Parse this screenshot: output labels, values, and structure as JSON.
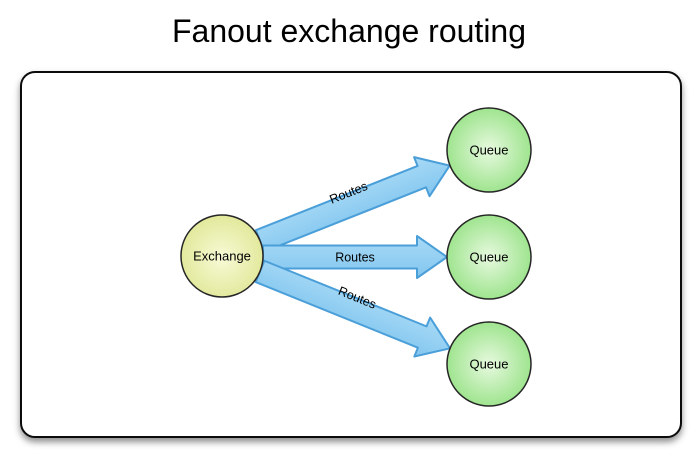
{
  "title": "Fanout exchange routing",
  "diagram": {
    "exchange": {
      "label": "Exchange"
    },
    "queues": [
      {
        "label": "Queue"
      },
      {
        "label": "Queue"
      },
      {
        "label": "Queue"
      }
    ],
    "arrows": [
      {
        "label": "Routes"
      },
      {
        "label": "Routes"
      },
      {
        "label": "Routes"
      }
    ]
  },
  "colors": {
    "exchange_center": "#f7fad6",
    "exchange_edge": "#dbe388",
    "queue_center": "#e7f9df",
    "queue_edge": "#85dd72",
    "arrow_light": "#a8daf6",
    "arrow_dark": "#83c6ef",
    "arrow_stroke": "#4b9fd9",
    "node_stroke": "#262626"
  }
}
